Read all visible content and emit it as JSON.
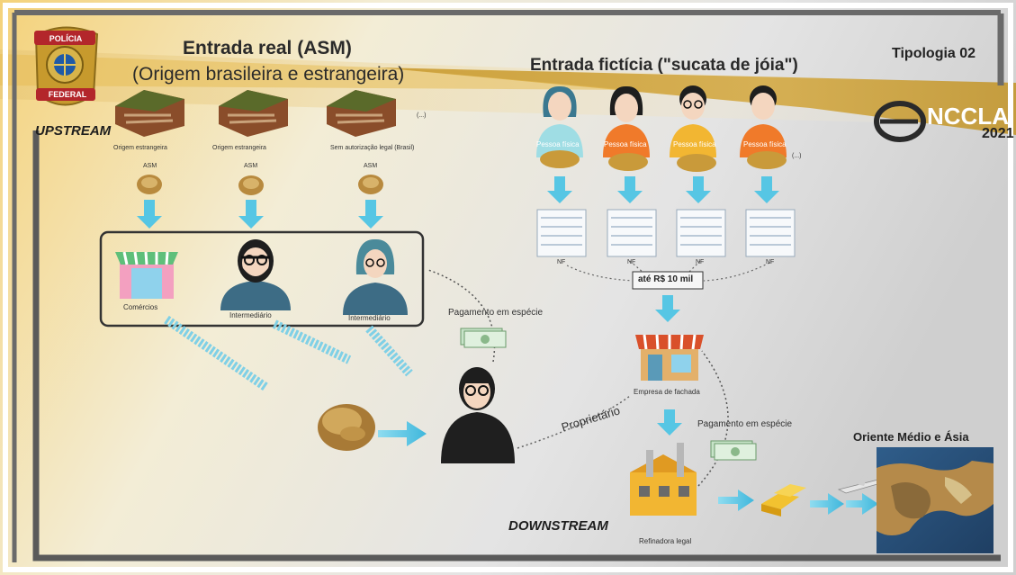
{
  "header": {
    "title_left": "Entrada real (ASM)",
    "subtitle_left": "(Origem brasileira e estrangeira)",
    "title_right": "Entrada fictícia (\"sucata de jóia\")",
    "tipologia": "Tipologia 02",
    "badge_top": "POLÍCIA",
    "badge_bottom": "FEDERAL",
    "enccla_name": "NCCLA",
    "enccla_year": "2021"
  },
  "stage_labels": {
    "upstream": "UPSTREAM",
    "downstream": "DOWNSTREAM"
  },
  "mines": {
    "labels": [
      "Origem estrangeira",
      "Origem estrangeira",
      "Sem autorização legal (Brasil)"
    ],
    "asm": [
      "ASM",
      "ASM",
      "ASM"
    ],
    "ellipsis": "(...)"
  },
  "buyers": {
    "labels": [
      "Comércios",
      "Intermediário",
      "Intermediário"
    ]
  },
  "persons": {
    "labels": [
      "Pessoa física",
      "Pessoa física",
      "Pessoa física",
      "Pessoa física"
    ],
    "ellipsis": "(...)",
    "nf": [
      "NF",
      "NF",
      "NF",
      "NF"
    ],
    "limit": "até R$ 10 mil"
  },
  "flow": {
    "payment_left": "Pagamento em espécie",
    "payment_right": "Pagamento em espécie",
    "owner": "Proprietário",
    "shell_company": "Empresa de fachada",
    "refinery": "Refinadora legal",
    "destination": "Oriente Médio e Ásia"
  },
  "colors": {
    "frame": "#5a5a5a",
    "gold_band": "#d9b24a",
    "arrow": "#56c6e4",
    "shirt_orange": "#f07a2a",
    "shirt_yellow": "#f2b632",
    "shirt_teal": "#7fd3e0"
  }
}
